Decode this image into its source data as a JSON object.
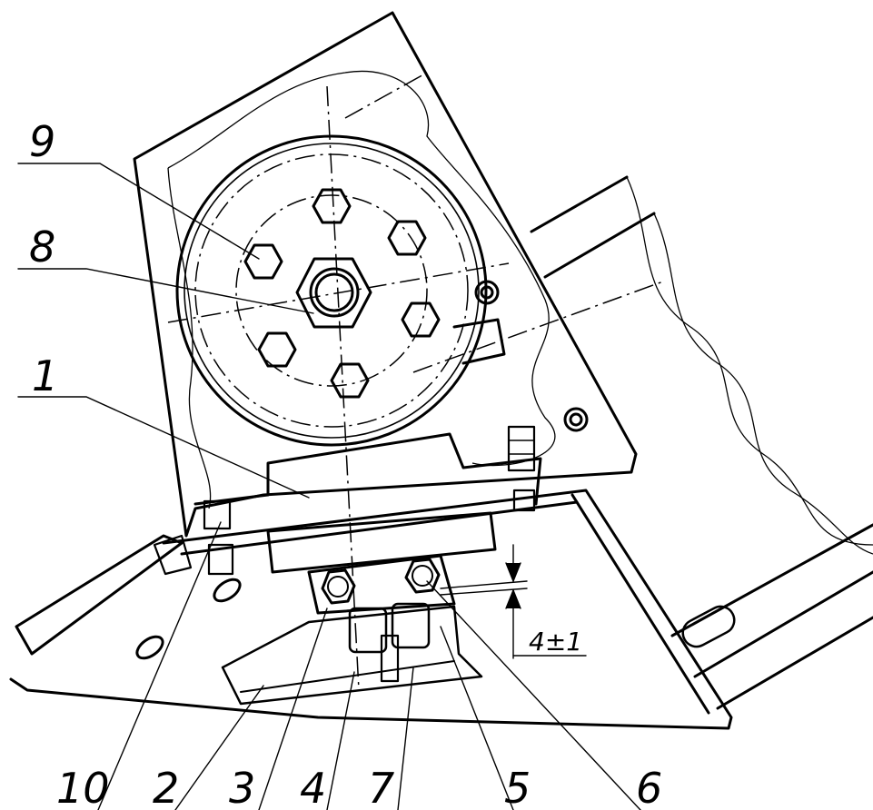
{
  "callouts": [
    "9",
    "8",
    "1",
    "10",
    "2",
    "3",
    "4",
    "7",
    "5",
    "6"
  ],
  "dimension": "4±1"
}
